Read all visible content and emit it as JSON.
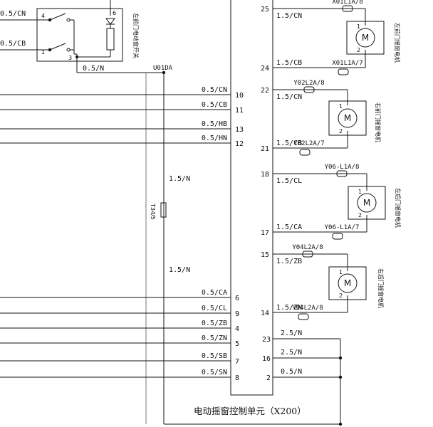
{
  "switch": {
    "pins": [
      "4",
      "6",
      "1",
      "3"
    ],
    "label": "左前门电动窗开关",
    "wires": [
      "0.5/CN",
      "0.5/CB"
    ]
  },
  "splice": {
    "id": "U01DA",
    "wire": "0.5/N"
  },
  "ground": {
    "connector": "T34/5",
    "wires": [
      "1.5/N",
      "1.5/N"
    ]
  },
  "unit": {
    "caption": "电动摇窗控制单元（X200）"
  },
  "left_wires": [
    {
      "wire": "0.5/CN",
      "pin": "10"
    },
    {
      "wire": "0.5/CB",
      "pin": "11"
    },
    {
      "wire": "0.5/HB",
      "pin": "13"
    },
    {
      "wire": "0.5/HN",
      "pin": "12"
    },
    {
      "wire": "0.5/CA",
      "pin": "6"
    },
    {
      "wire": "0.5/CL",
      "pin": "9"
    },
    {
      "wire": "0.5/ZB",
      "pin": "4"
    },
    {
      "wire": "0.5/ZN",
      "pin": "5"
    },
    {
      "wire": "0.5/SB",
      "pin": "7"
    },
    {
      "wire": "0.5/SN",
      "pin": "8"
    }
  ],
  "motors": [
    {
      "label": "左前门摇窗电机",
      "symbol": "M",
      "pin_top": "25",
      "wire_top": "1.5/CN",
      "conn_top": "X01L1A/8",
      "pin_bot": "24",
      "wire_bot": "1.5/CB",
      "conn_bot": "X01L1A/7",
      "terminals": [
        "1",
        "2"
      ]
    },
    {
      "label": "右前门摇窗电机",
      "symbol": "M",
      "pin_top": "22",
      "wire_top": "1.5/CN",
      "conn_top": "Y02L2A/8",
      "pin_bot": "21",
      "wire_bot": "1.5/CB",
      "conn_bot": "Y02L2A/7",
      "terminals": [
        "1",
        "2"
      ]
    },
    {
      "label": "左后门摇窗电机",
      "symbol": "M",
      "pin_top": "18",
      "wire_top": "1.5/CL",
      "conn_top": "Y06-L1A/8",
      "pin_bot": "17",
      "wire_bot": "1.5/CA",
      "conn_bot": "Y06-L1A/7",
      "terminals": [
        "1",
        "2"
      ]
    },
    {
      "label": "右后门摇窗电机",
      "symbol": "M",
      "pin_top": "15",
      "wire_top": "1.5/ZB",
      "conn_top": "Y04L2A/8",
      "pin_bot": "14",
      "wire_bot": "1.5/ZN",
      "conn_bot": "Y04L2A/8",
      "terminals": [
        "1",
        "2"
      ]
    }
  ],
  "right_bottom": [
    {
      "pin": "23",
      "wire": "2.5/N"
    },
    {
      "pin": "16",
      "wire": "2.5/N"
    },
    {
      "pin": "2",
      "wire": "0.5/N"
    }
  ]
}
